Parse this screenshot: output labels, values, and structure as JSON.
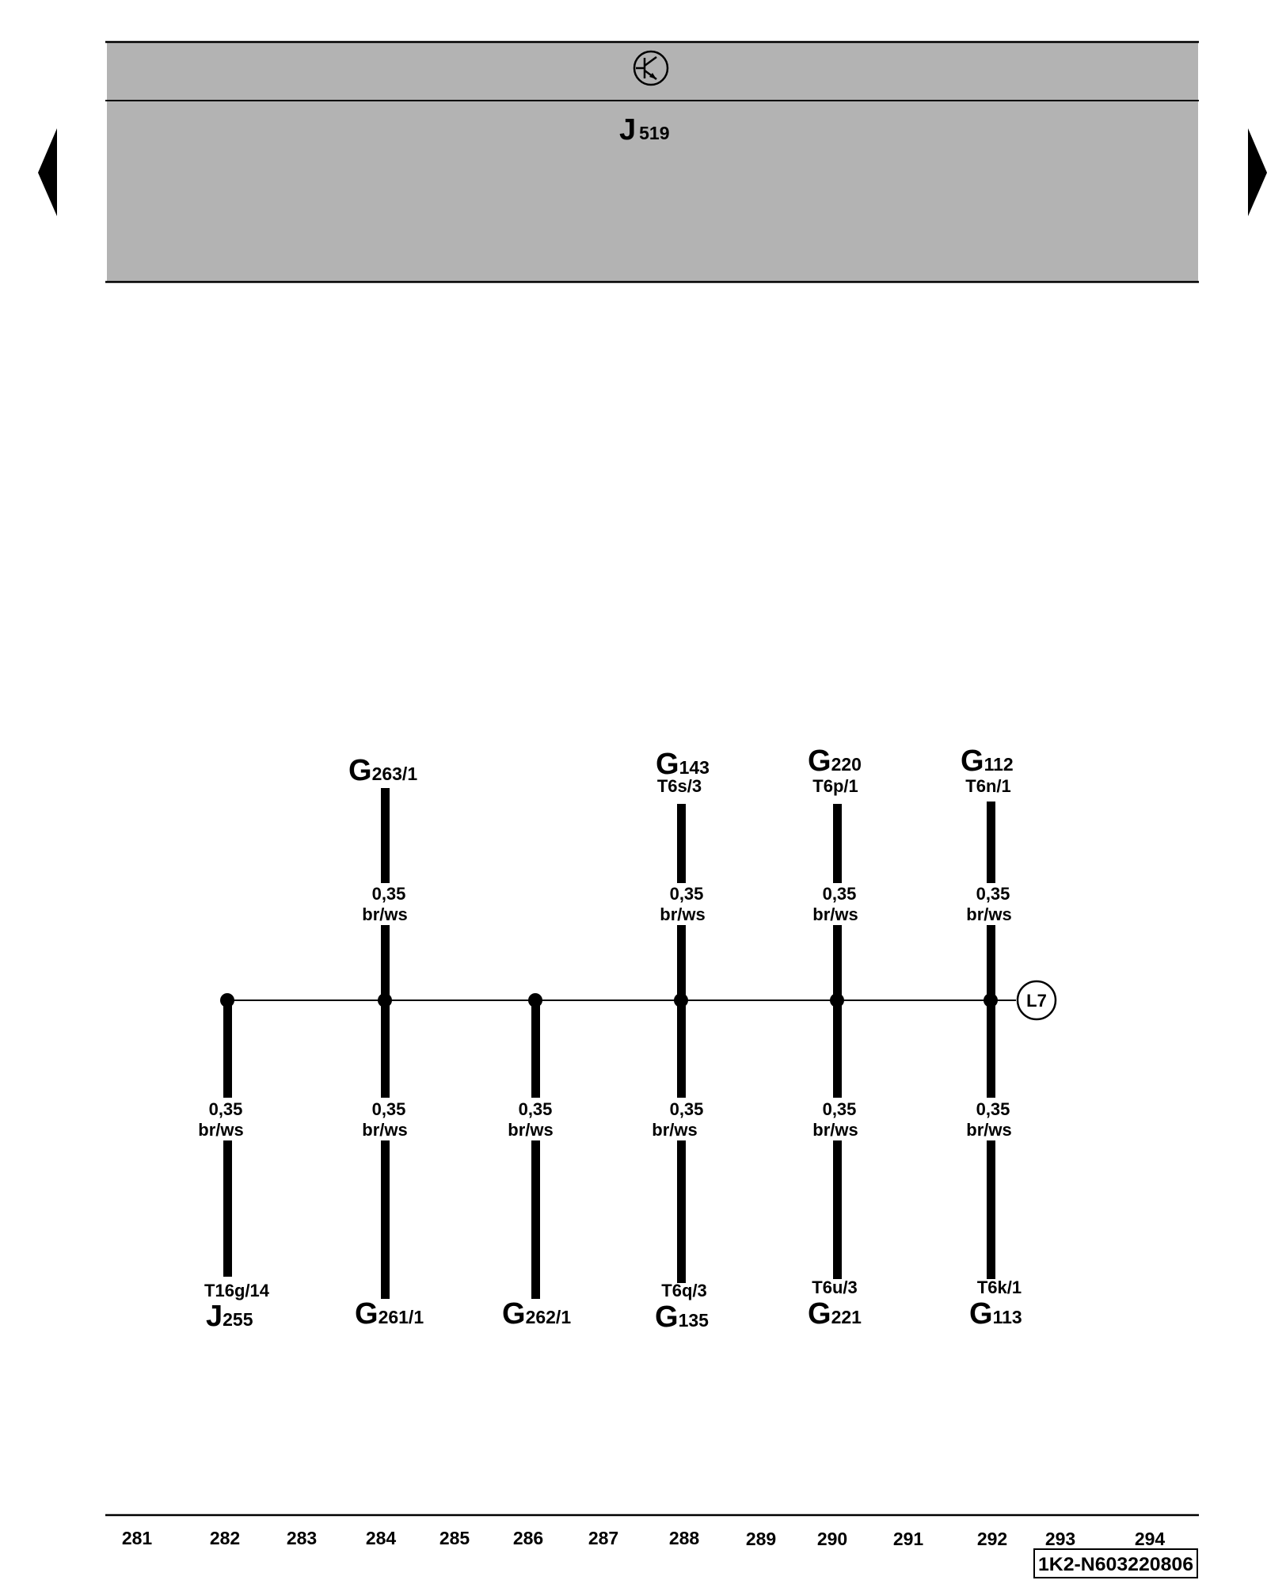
{
  "header": {
    "symbol_icon": "transistor-symbol-icon",
    "control_unit": {
      "main": "J",
      "sub": "519"
    },
    "color": "#b3b3b3"
  },
  "nav": {
    "prev_icon": "triangle-left-icon",
    "next_icon": "triangle-right-icon"
  },
  "bus": {
    "connector_label": "L7"
  },
  "top_components": [
    {
      "main": "G",
      "sub": "263/1",
      "pin": "",
      "wire": {
        "size": "0,35",
        "color": "br/ws"
      }
    },
    {
      "main": "G",
      "sub": "143",
      "pin": "T6s/3",
      "wire": {
        "size": "0,35",
        "color": "br/ws"
      }
    },
    {
      "main": "G",
      "sub": "220",
      "pin": "T6p/1",
      "wire": {
        "size": "0,35",
        "color": "br/ws"
      }
    },
    {
      "main": "G",
      "sub": "112",
      "pin": "T6n/1",
      "wire": {
        "size": "0,35",
        "color": "br/ws"
      }
    }
  ],
  "bottom_components": [
    {
      "main": "J",
      "sub": "255",
      "pin": "T16g/14",
      "wire": {
        "size": "0,35",
        "color": "br/ws"
      }
    },
    {
      "main": "G",
      "sub": "261/1",
      "pin": "",
      "wire": {
        "size": "0,35",
        "color": "br/ws"
      }
    },
    {
      "main": "G",
      "sub": "262/1",
      "pin": "",
      "wire": {
        "size": "0,35",
        "color": "br/ws"
      }
    },
    {
      "main": "G",
      "sub": "135",
      "pin": "T6q/3",
      "wire": {
        "size": "0,35",
        "color": "br/ws"
      }
    },
    {
      "main": "G",
      "sub": "221",
      "pin": "T6u/3",
      "wire": {
        "size": "0,35",
        "color": "br/ws"
      }
    },
    {
      "main": "G",
      "sub": "113",
      "pin": "T6k/1",
      "wire": {
        "size": "0,35",
        "color": "br/ws"
      }
    }
  ],
  "footer": {
    "columns": [
      "281",
      "282",
      "283",
      "284",
      "285",
      "286",
      "287",
      "288",
      "289",
      "290",
      "291",
      "292",
      "293",
      "294"
    ],
    "document_id": "1K2-N603220806"
  }
}
